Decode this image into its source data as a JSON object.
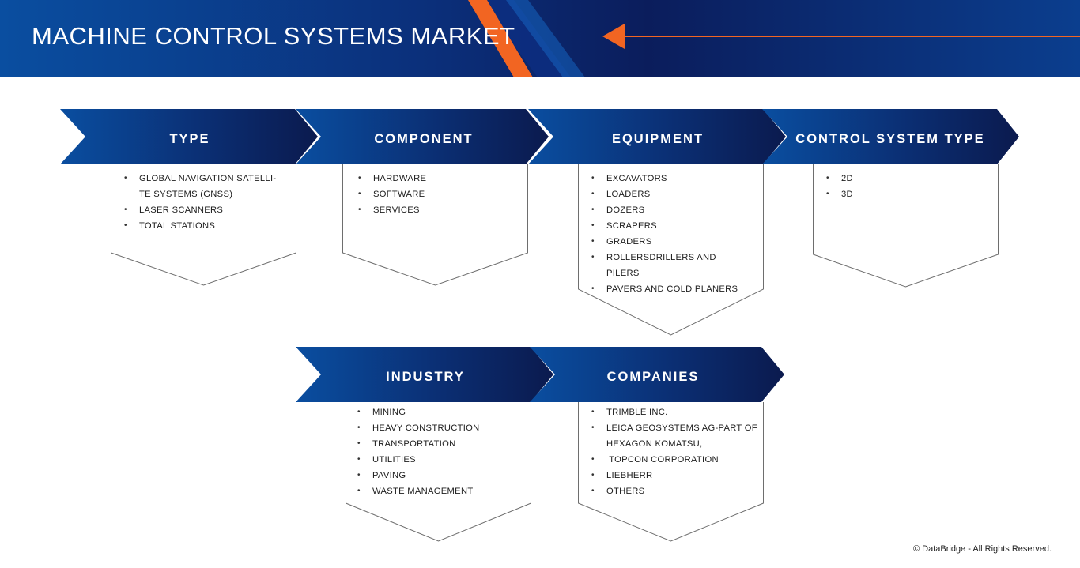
{
  "header": {
    "title": "MACHINE CONTROL SYSTEMS MARKET",
    "colors": {
      "navy": "#0b1d5c",
      "blue": "#0a4ea0",
      "accent_orange": "#f26522"
    }
  },
  "segments": [
    {
      "label": "TYPE",
      "items": [
        "GLOBAL NAVIGATION SATELLI-",
        "TE SYSTEMS (GNSS)",
        "LASER SCANNERS",
        "TOTAL STATIONS"
      ]
    },
    {
      "label": "COMPONENT",
      "items": [
        "HARDWARE",
        "SOFTWARE",
        "SERVICES"
      ]
    },
    {
      "label": "EQUIPMENT",
      "items": [
        "EXCAVATORS",
        "LOADERS",
        "DOZERS",
        "SCRAPERS",
        "GRADERS",
        "ROLLERSDRILLERS AND",
        "PILERS",
        "PAVERS AND COLD PLANERS"
      ]
    },
    {
      "label": "CONTROL SYSTEM TYPE",
      "items": [
        "2D",
        "3D"
      ]
    },
    {
      "label": "INDUSTRY",
      "items": [
        "MINING",
        "HEAVY CONSTRUCTION",
        "TRANSPORTATION",
        "UTILITIES",
        "PAVING",
        "WASTE MANAGEMENT"
      ]
    },
    {
      "label": "COMPANIES",
      "items": [
        "TRIMBLE INC.",
        "LEICA GEOSYSTEMS AG-PART OF",
        "HEXAGON KOMATSU,",
        " TOPCON CORPORATION",
        "LIEBHERR",
        "OTHERS"
      ]
    }
  ],
  "bullet_glyph": "•",
  "footer": {
    "copyright": "© DataBridge - All Rights Reserved."
  }
}
